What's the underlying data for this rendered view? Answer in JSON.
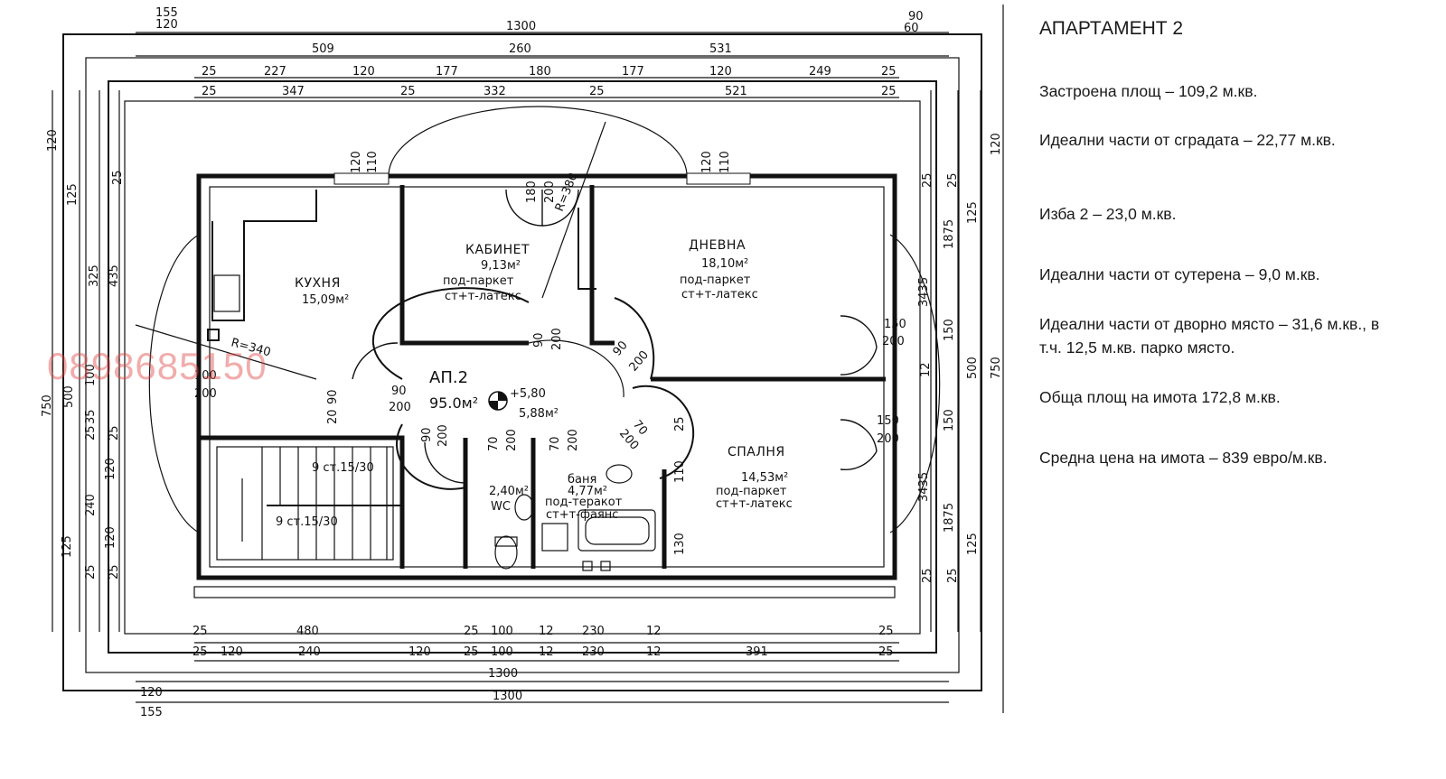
{
  "info": {
    "title": "АПАРТАМЕНТ 2",
    "lines": [
      "Застроена площ – 109,2 м.кв.",
      "Идеални части от сградата – 22,77 м.кв.",
      "Изба 2 – 23,0 м.кв.",
      "Идеални части от сутерена – 9,0 м.кв.",
      "Идеални части от дворно място – 31,6 м.кв., в т.ч. 12,5 м.кв. парко място.",
      "Обща площ на имота 172,8 м.кв.",
      "Средна цена на имота – 839 евро/м.кв."
    ]
  },
  "watermark": "0898685150",
  "plan": {
    "apartment": {
      "label": "АП.2",
      "area": "95.0м²",
      "level": "+5,80",
      "hall": "5,88м²"
    },
    "rooms": {
      "kitchen": {
        "name": "КУХНЯ",
        "area": "15,09м²"
      },
      "office": {
        "name": "КАБИНЕТ",
        "area": "9,13м²",
        "floor": "под-паркет",
        "walls": "ст+т-латекс"
      },
      "living": {
        "name": "ДНЕВНА",
        "area": "18,10м²",
        "floor": "под-паркет",
        "walls": "ст+т-латекс"
      },
      "bedroom": {
        "name": "СПАЛНЯ",
        "area": "14,53м²",
        "floor": "под-паркет",
        "walls": "ст+т-латекс"
      },
      "wc": {
        "name": "WC",
        "area": "2,40м²"
      },
      "bath": {
        "name": "баня",
        "area": "4,77м²",
        "floor": "под-теракот",
        "walls": "ст+т-фаянс"
      },
      "stairs1": "9 ст.15/30",
      "stairs2": "9 ст.15/30"
    },
    "radii": {
      "r1": "R=380",
      "r2": "R=340"
    },
    "dims_top": {
      "d1": "155",
      "d2": "120",
      "d3": "1300",
      "d4": "90",
      "d5": "60",
      "d6": "509",
      "d7": "260",
      "d8": "531",
      "d9": "25",
      "d10": "227",
      "d11": "120",
      "d12": "177",
      "d13": "180",
      "d14": "177",
      "d15": "120",
      "d16": "249",
      "d17": "25",
      "d18": "25",
      "d19": "347",
      "d20": "25",
      "d21": "332",
      "d22": "25",
      "d23": "521",
      "d24": "25"
    },
    "dims_bottom": {
      "b1": "25",
      "b2": "480",
      "b3": "25",
      "b4": "100",
      "b5": "12",
      "b6": "230",
      "b7": "12",
      "b8": "25",
      "b9": "25",
      "b10": "120",
      "b11": "240",
      "b12": "120",
      "b13": "25",
      "b14": "100",
      "b15": "12",
      "b16": "230",
      "b17": "12",
      "b18": "391",
      "b19": "25",
      "b20": "1300",
      "b21": "120",
      "b22": "1300",
      "b23": "155"
    },
    "dims_left": {
      "l1": "120",
      "l2": "125",
      "l3": "25",
      "l4": "325",
      "l5": "435",
      "l6": "750",
      "l7": "500",
      "l8": "100",
      "l9": "35",
      "l10": "25",
      "l11": "25",
      "l12": "120",
      "l13": "240",
      "l14": "120",
      "l15": "125",
      "l16": "25",
      "l17": "25"
    },
    "dims_right": {
      "r1": "120",
      "r2": "25",
      "r3": "25",
      "r4": "125",
      "r5": "1875",
      "r6": "3435",
      "r7": "150",
      "r8": "500",
      "r9": "750",
      "r10": "150",
      "r11": "3435",
      "r12": "1875",
      "r13": "125",
      "r14": "25",
      "r15": "25"
    },
    "dims_inner": {
      "w1": "120",
      "w2": "110",
      "w3": "180",
      "w4": "200",
      "w5": "120",
      "w6": "110",
      "k1": "100",
      "k2": "200",
      "k3": "20",
      "k4": "90",
      "h1": "90",
      "h2": "200",
      "h3": "90",
      "h4": "200",
      "h5": "70",
      "h6": "200",
      "h7": "70",
      "h8": "200",
      "o1": "90",
      "o2": "200",
      "d1": "90",
      "d2": "200",
      "s1": "70",
      "s2": "200",
      "j1": "25",
      "j2": "110",
      "j3": "130",
      "e1": "150",
      "e2": "200",
      "e3": "150",
      "e4": "200",
      "e5": "12"
    }
  }
}
